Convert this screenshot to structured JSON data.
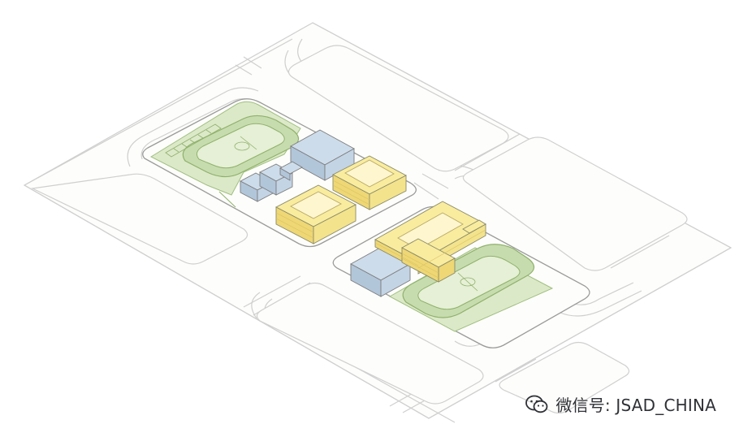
{
  "diagram": {
    "colors": {
      "background": "#ffffff",
      "road_line": "#c9c9c9",
      "block_fill": "#fdfdfb",
      "green_area": "#dce9c9",
      "green_line": "#9fbf7e",
      "track": "#c7dcae",
      "building_yellow_top": "#f9ec9f",
      "building_yellow_side": "#eed774",
      "building_blue_top": "#cddcea",
      "building_blue_side": "#b2c6da",
      "outline": "#7d7d7d"
    },
    "parts": [
      "site-plan",
      "school-block-left",
      "school-block-right",
      "sports-field",
      "teaching-buildings",
      "gymnasium"
    ]
  },
  "watermark": {
    "icon": "wechat-icon",
    "text": "微信号: JSAD_CHINA"
  }
}
